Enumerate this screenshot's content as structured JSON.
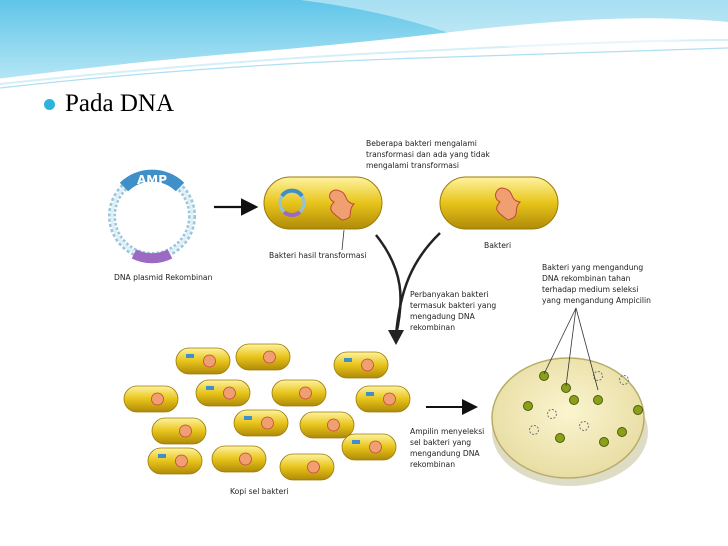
{
  "slide": {
    "bullet": "Pada DNA"
  },
  "colors": {
    "accent": "#2fb3dc",
    "bacteria": "#e7c41a",
    "plate": "#f3ecb0"
  },
  "diagram": {
    "plasmid_tag": "AMP",
    "labels": {
      "plasmid": "DNA plasmid Rekombinan",
      "transformed": "Bakteri hasil transformasi",
      "bacteria": "Bakteri",
      "top_note": [
        "Beberapa bakteri mengalami",
        "transformasi dan ada yang tidak",
        "mengalami transformasi"
      ],
      "multiply_note": [
        "Perbanyakan bakteri",
        "termasuk bakteri yang",
        "mengadung DNA",
        "rekombinan"
      ],
      "plate_note": [
        "Bakteri yang mengandung",
        "DNA rekombinan tahan",
        "terhadap medium seleksi",
        "yang mengandung Ampicilin"
      ],
      "select_note": [
        "Ampilin menyeleksi",
        "sel bakteri yang",
        "mengandung DNA",
        "rekombinan"
      ],
      "copies": "Kopi sel bakteri"
    }
  }
}
